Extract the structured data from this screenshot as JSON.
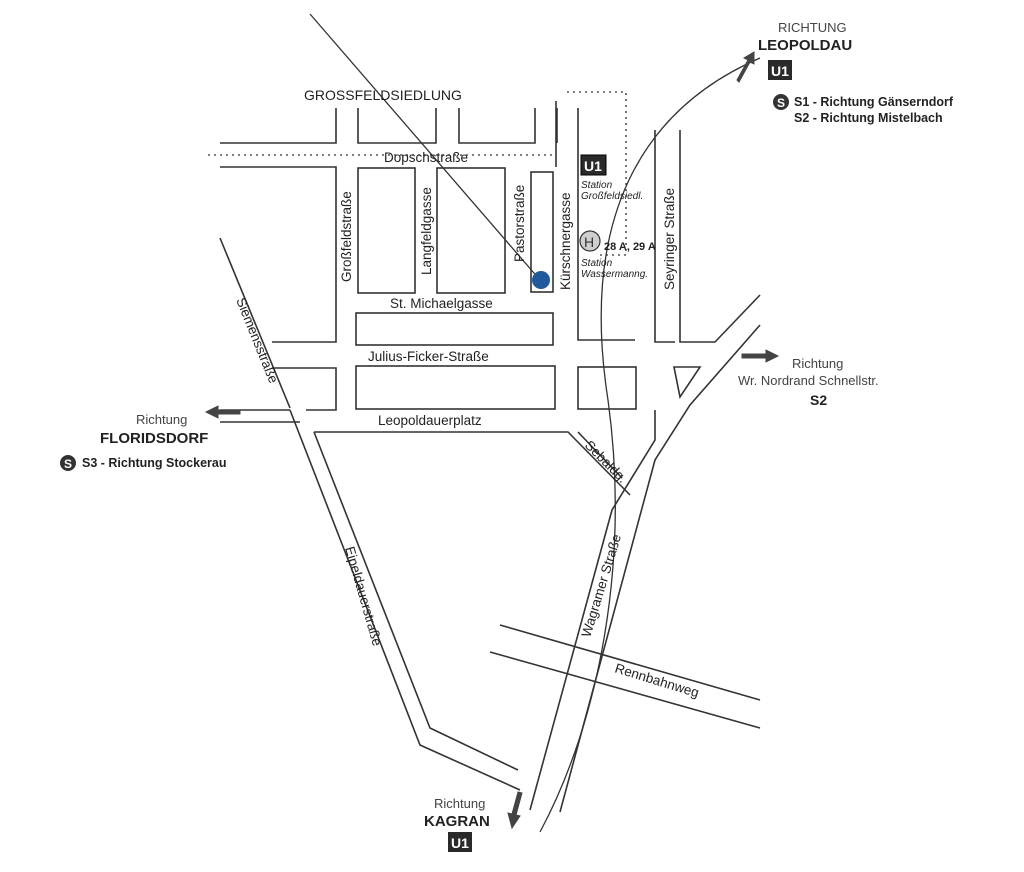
{
  "map": {
    "district_label": "GROSSFELDSIEDLUNG",
    "streets": {
      "dopschstrasse": "Dopschstraße",
      "grossfeldstrasse": "Großfeldstraße",
      "langfeldgasse": "Langfeldgasse",
      "pastorstrasse": "Pastorstraße",
      "kuerschnergasse": "Kürschnergasse",
      "seyringer": "Seyringer Straße",
      "st_michaelgasse": "St. Michaelgasse",
      "julius_ficker": "Julius-Ficker-Straße",
      "leopoldauerplatz": "Leopoldauerplatz",
      "siemensstrasse": "Siemensstraße",
      "sebaldg": "Sebaldg.",
      "wagramer": "Wagramer Straße",
      "eipeldauer": "Eipeldauerstraße",
      "rennbahnweg": "Rennbahnweg"
    },
    "stations": {
      "u1_badge": "U1",
      "u1_station_line1": "Station",
      "u1_station_line2": "Großfeldsiedl.",
      "bus_symbol": "H",
      "bus_lines": "28 A, 29 A",
      "bus_station_line1": "Station",
      "bus_station_line2": "Wassermanng."
    },
    "directions": {
      "leopoldau": {
        "richtung": "RICHTUNG",
        "name": "LEOPOLDAU",
        "badge": "U1",
        "s1": "S1 - Richtung Gänserndorf",
        "s2": "S2 - Richtung Mistelbach"
      },
      "floridsdorf": {
        "richtung": "Richtung",
        "name": "FLORIDSDORF",
        "s3": "S3 - Richtung Stockerau"
      },
      "nordrand": {
        "richtung": "Richtung",
        "name": "Wr. Nordrand Schnellstr.",
        "line": "S2"
      },
      "kagran": {
        "richtung": "Richtung",
        "name": "KAGRAN",
        "badge": "U1"
      }
    },
    "colors": {
      "destination_marker": "#1f5a9e",
      "lines": "#333333",
      "badge_fill": "#2a2a2a"
    }
  }
}
